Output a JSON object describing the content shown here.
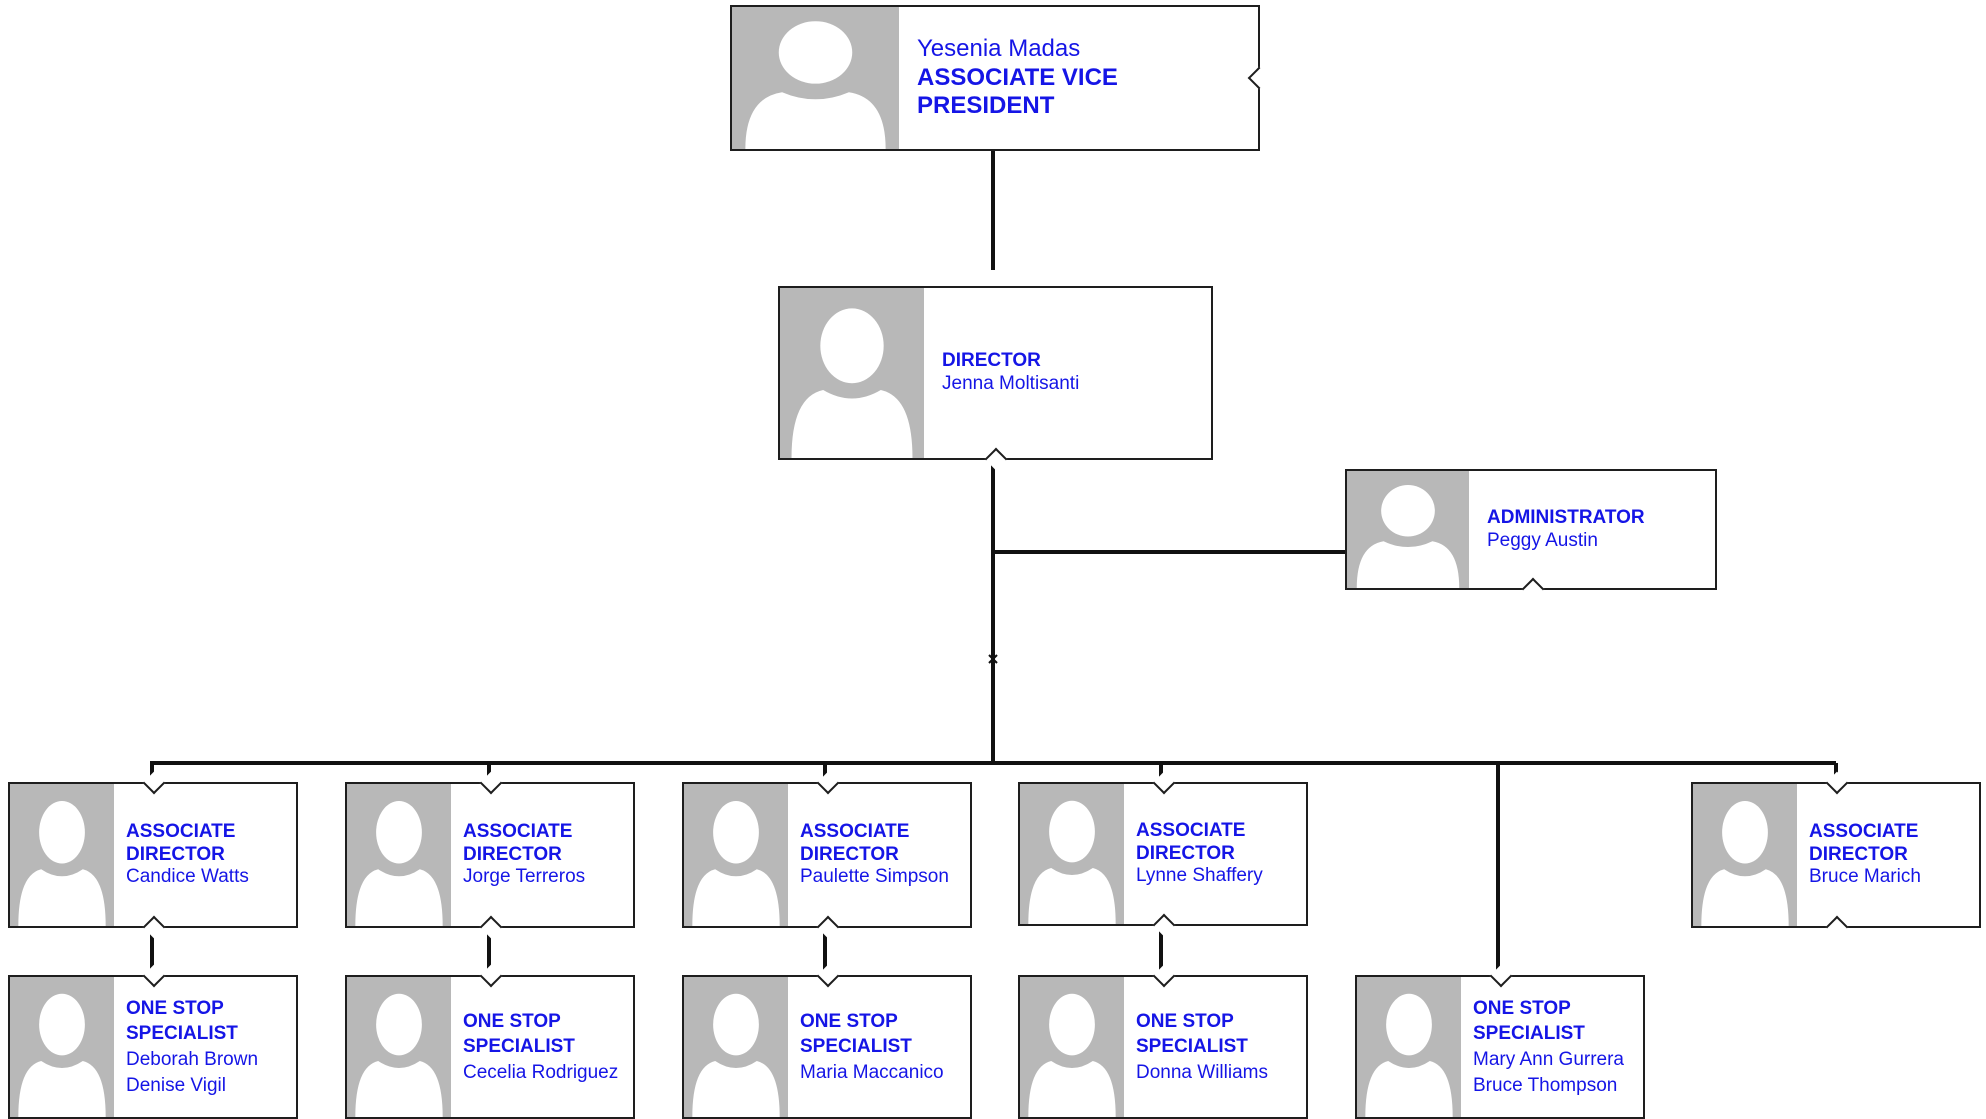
{
  "org": {
    "top": {
      "name": "Yesenia Madas",
      "title": "ASSOCIATE VICE PRESIDENT"
    },
    "director": {
      "title": "DIRECTOR",
      "name": "Jenna Moltisanti"
    },
    "administrator": {
      "title": "ADMINISTRATOR",
      "name": "Peggy Austin"
    },
    "associates": [
      {
        "title_line1": "ASSOCIATE",
        "title_line2": "DIRECTOR",
        "name": "Candice Watts"
      },
      {
        "title_line1": "ASSOCIATE",
        "title_line2": "DIRECTOR",
        "name": "Jorge Terreros"
      },
      {
        "title_line1": "ASSOCIATE",
        "title_line2": "DIRECTOR",
        "name": "Paulette Simpson"
      },
      {
        "title_line1": "ASSOCIATE",
        "title_line2": "DIRECTOR",
        "name": "Lynne Shaffery"
      },
      {
        "title_line1": "ASSOCIATE",
        "title_line2": "DIRECTOR",
        "name": "Bruce Marich"
      }
    ],
    "specialists": [
      {
        "title_line1": "ONE STOP",
        "title_line2": "SPECIALIST",
        "name1": "Deborah Brown",
        "name2": "Denise Vigil"
      },
      {
        "title_line1": "ONE STOP",
        "title_line2": "SPECIALIST",
        "name1": "Cecelia Rodriguez",
        "name2": ""
      },
      {
        "title_line1": "ONE STOP",
        "title_line2": "SPECIALIST",
        "name1": "Maria Maccanico",
        "name2": ""
      },
      {
        "title_line1": "ONE STOP",
        "title_line2": "SPECIALIST",
        "name1": "Donna Williams",
        "name2": ""
      },
      {
        "title_line1": "ONE STOP",
        "title_line2": "SPECIALIST",
        "name1": "Mary Ann Gurrera",
        "name2": "Bruce Thompson"
      }
    ],
    "colors": {
      "text": "#1515e6",
      "photo_bg": "#b8b8b8",
      "border": "#1e1e1e"
    }
  }
}
